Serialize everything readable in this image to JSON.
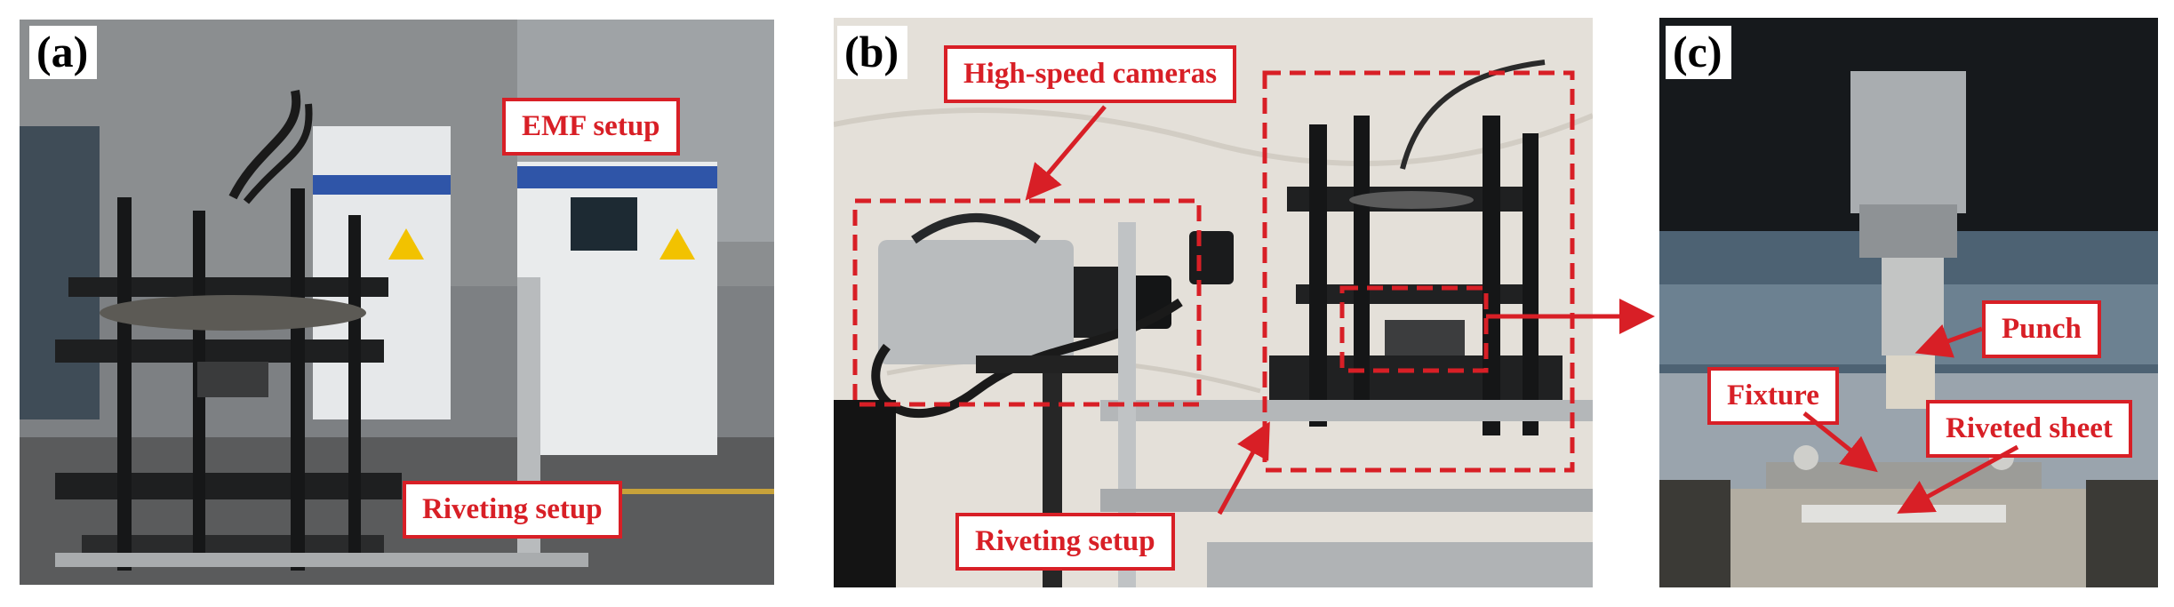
{
  "panels": {
    "a": {
      "letter": "(a)",
      "labels": {
        "emf": "EMF setup",
        "riveting": "Riveting setup"
      }
    },
    "b": {
      "letter": "(b)",
      "labels": {
        "cameras": "High-speed cameras",
        "riveting": "Riveting setup"
      }
    },
    "c": {
      "letter": "(c)",
      "labels": {
        "punch": "Punch",
        "fixture": "Fixture",
        "sheet": "Riveted sheet"
      }
    }
  },
  "colors": {
    "annotation": "#d81f26"
  }
}
